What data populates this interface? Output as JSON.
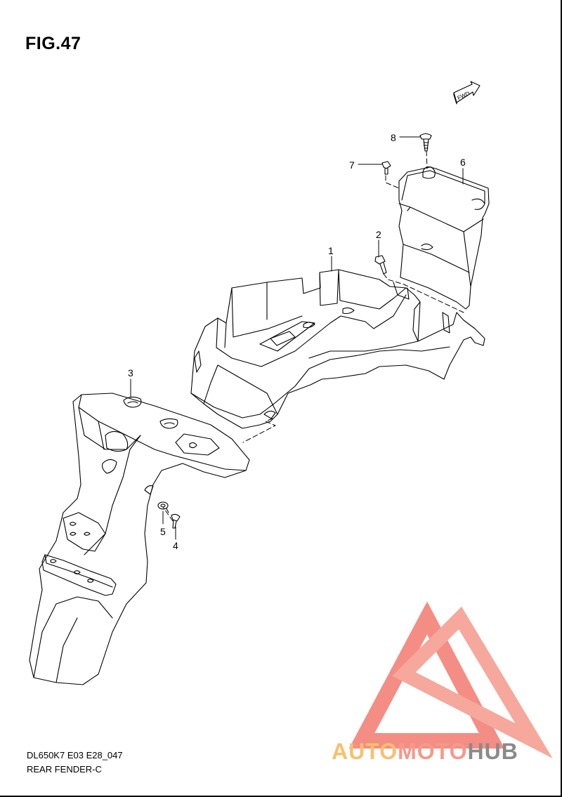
{
  "figure": {
    "title": "FIG.47"
  },
  "direction_badge": {
    "label": "FWD"
  },
  "callouts": [
    {
      "number": "1",
      "part": "rear-fender-inner"
    },
    {
      "number": "2",
      "part": "fender-bolt"
    },
    {
      "number": "3",
      "part": "rear-fender"
    },
    {
      "number": "4",
      "part": "screw"
    },
    {
      "number": "5",
      "part": "washer"
    },
    {
      "number": "6",
      "part": "box-cover"
    },
    {
      "number": "7",
      "part": "clip"
    },
    {
      "number": "8",
      "part": "tapping-screw"
    }
  ],
  "footer": {
    "model_code": "DL650K7 E03 E28_047",
    "section_name": "REAR FENDER-C"
  },
  "watermark": {
    "part1": "AUTO",
    "part2": "MOTO",
    "part3": "HUB",
    "colors": {
      "auto": "#f8c06e",
      "moto": "#f49a8a",
      "hub": "#8a8a8a",
      "logo": "#f37a6f"
    }
  }
}
